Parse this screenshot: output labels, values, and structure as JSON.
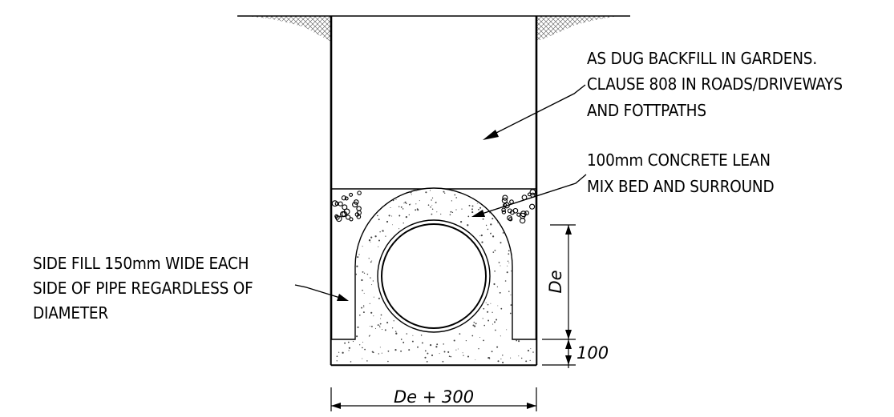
{
  "labels": {
    "backfill": [
      "AS DUG BACKFILL IN GARDENS.",
      "CLAUSE 808 IN ROADS/DRIVEWAYS",
      "AND FOTTPATHS"
    ],
    "concrete": [
      "100mm CONCRETE LEAN",
      "MIX BED AND SURROUND"
    ],
    "side_fill": [
      "SIDE FILL 150mm WIDE EACH",
      "SIDE OF PIPE REGARDLESS OF",
      "DIAMETER"
    ]
  },
  "dimensions": {
    "height": "De",
    "bed": "100",
    "width": "De + 300"
  }
}
